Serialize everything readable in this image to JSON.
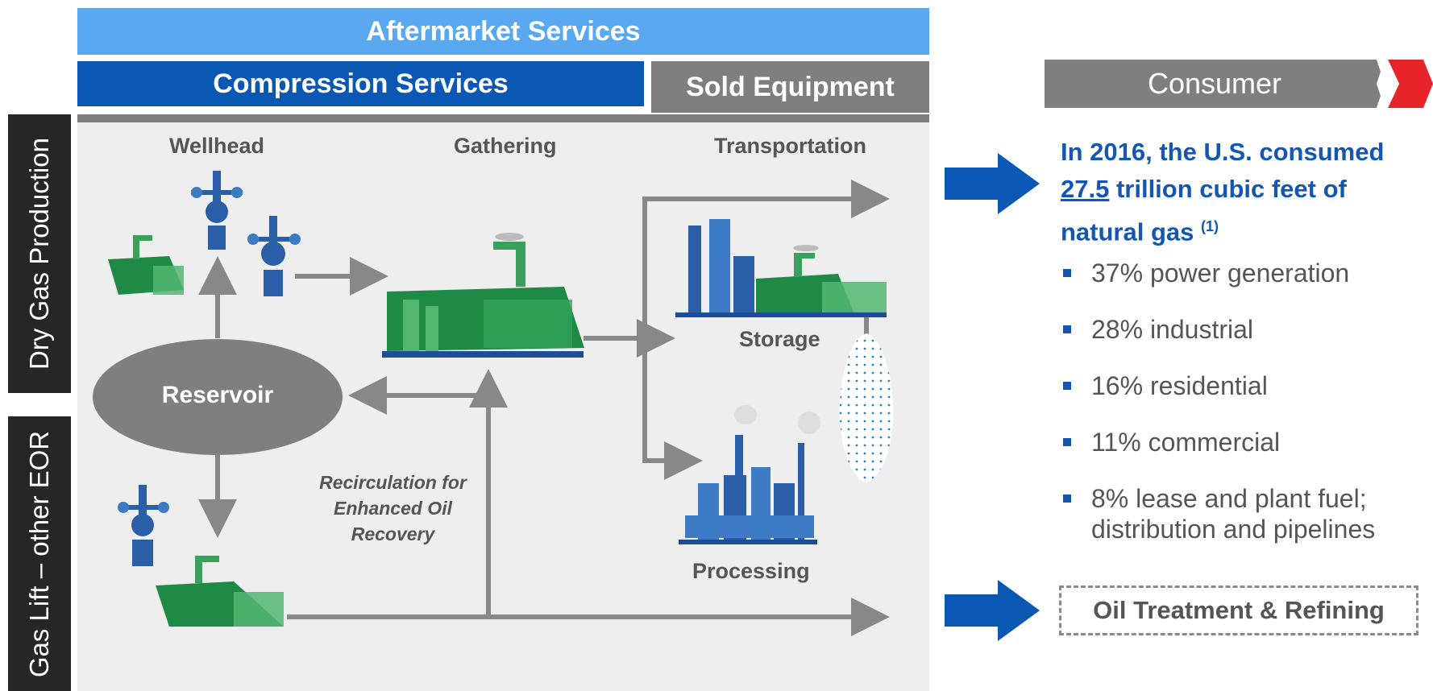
{
  "header": {
    "aftermarket": "Aftermarket Services",
    "compression": "Compression Services",
    "sold_equipment": "Sold Equipment",
    "consumer": "Consumer"
  },
  "side_labels": {
    "dry_gas": "Dry Gas Production",
    "gas_lift": "Gas Lift – other EOR"
  },
  "stages": {
    "wellhead": "Wellhead",
    "gathering": "Gathering",
    "transportation": "Transportation"
  },
  "nodes": {
    "reservoir": "Reservoir",
    "storage": "Storage",
    "processing": "Processing",
    "recirculation": [
      "Recirculation for",
      "Enhanced Oil",
      "Recovery"
    ]
  },
  "consumer": {
    "line1": "In 2016, the U.S. consumed",
    "value": "27.5",
    "line2_rest": " trillion cubic feet of",
    "line3": "natural gas ",
    "footnote": "(1)",
    "bullets": [
      "37% power generation",
      "28% industrial",
      "16% residential",
      "11% commercial",
      "8% lease and plant fuel; distribution and pipelines"
    ],
    "oil_treatment": "Oil Treatment & Refining"
  },
  "colors": {
    "light_blue": "#5aa9f0",
    "dark_blue": "#0b58b4",
    "gray": "#7f7f7f",
    "panel": "#eeeeee",
    "equipment_green": "#1e8a46",
    "equipment_blue": "#2a5fa8",
    "accent_red": "#e8242b"
  },
  "icons": [
    "wellhead-icon",
    "compressor-icon",
    "storage-tank-icon",
    "processing-plant-icon",
    "arrow-icon"
  ]
}
